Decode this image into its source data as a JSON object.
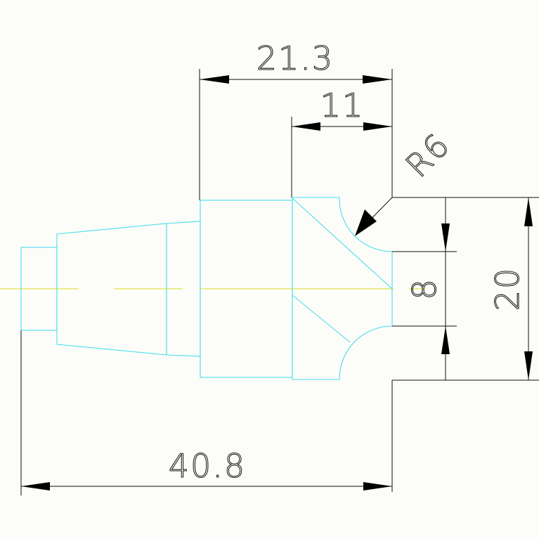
{
  "drawing": {
    "dimensions": {
      "d_21_3": "21.3",
      "d_11": "11",
      "r_6": "R6",
      "d_8": "8",
      "d_20": "20",
      "d_40_8": "40.8"
    },
    "colors": {
      "background": "#fcfdf8",
      "part_outline": "#49dcef",
      "dimension_lines": "#111111",
      "center_axis": "#e6e24a"
    }
  }
}
